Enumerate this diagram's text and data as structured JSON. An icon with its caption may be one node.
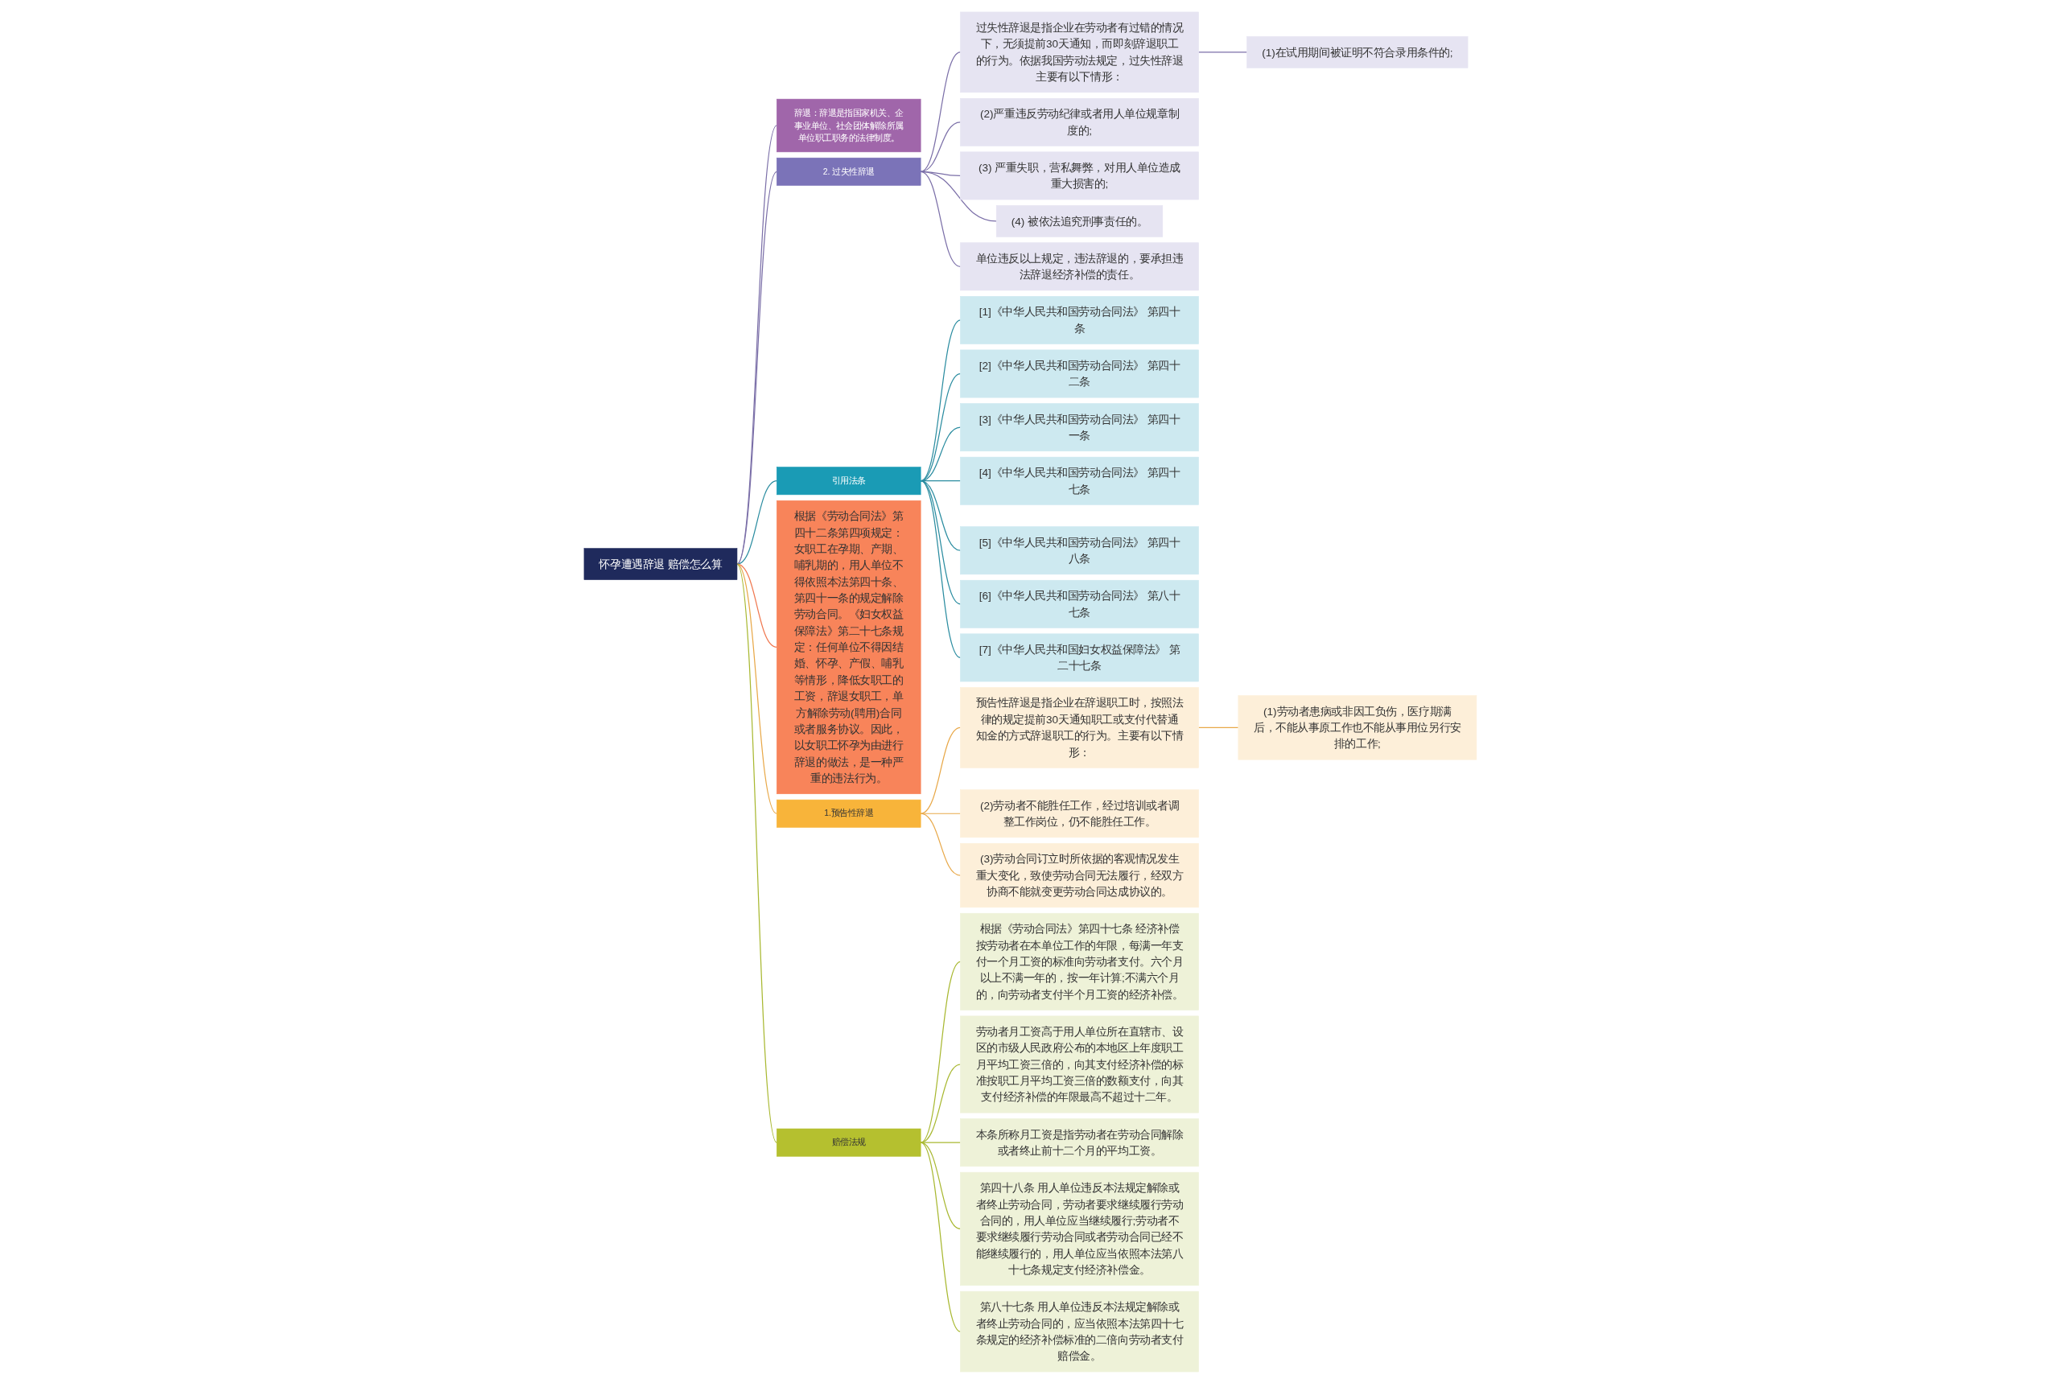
{
  "diagram": {
    "nodes": [
      {
        "text": [
          "怀孕遭遇辞退 赔偿怎么算"
        ]
      },
      {
        "text": [
          "辞退：辞退是指国家机关、企事业单位、社会团体解除所属单位职工职务的法律制度。"
        ]
      },
      {
        "text": [
          "2. 过失性辞退"
        ]
      },
      {
        "text": [
          "过失性辞退是指企业在劳动者有过错的情况下，无须提前30天通知，而即刻辞退职工的行为。依据我国劳动法规定，过失性辞退主要有以下情形："
        ]
      },
      {
        "text": [
          "(1)在试用期间被证明不符合录用条件的;"
        ]
      },
      {
        "text": [
          "(2)严重违反劳动纪律或者用人单位规章制度的;"
        ]
      },
      {
        "text": [
          "(3) 严重失职，营私舞弊，对用人单位造成重大损害的;"
        ]
      },
      {
        "text": [
          "(4) 被依法追究刑事责任的。"
        ]
      },
      {
        "text": [
          "单位违反以上规定，违法辞退的，要承担违法辞退经济补偿的责任。"
        ]
      },
      {
        "text": [
          "引用法条"
        ]
      },
      {
        "text": [
          "[1]《中华人民共和国劳动合同法》 第四十条"
        ]
      },
      {
        "text": [
          "[2]《中华人民共和国劳动合同法》 第四十二条"
        ]
      },
      {
        "text": [
          "[3]《中华人民共和国劳动合同法》 第四十一条"
        ]
      },
      {
        "text": [
          "[4]《中华人民共和国劳动合同法》 第四十七条"
        ]
      },
      {
        "text": [
          "[5]《中华人民共和国劳动合同法》 第四十八条"
        ]
      },
      {
        "text": [
          "[6]《中华人民共和国劳动合同法》 第八十七条"
        ]
      },
      {
        "text": [
          "[7]《中华人民共和国妇女权益保障法》 第二十七条"
        ]
      },
      {
        "text": [
          "根据《劳动合同法》第四十二条第四项规定：女职工在孕期、产期、哺乳期的，用人单位不得依照本法第四十条、第四十一条的规定解除劳动合同。《妇女权益保障法》第二十七条规定：任何单位不得因结婚、怀孕、产假、哺乳等情形，降低女职工的工资，辞退女职工，单方解除劳动(聘用)合同或者服务协议。因此，以女职工怀孕为由进行辞退的做法，是一种严重的违法行为。"
        ]
      },
      {
        "text": [
          "1.预告性辞退"
        ]
      },
      {
        "text": [
          "预告性辞退是指企业在辞退职工时，按照法律的规定提前30天通知职工或支付代替通知金的方式辞退职工的行为。主要有以下情形："
        ]
      },
      {
        "text": [
          "(1)劳动者患病或非因工负伤，医疗期满后，不能从事原工作也不能从事用位另行安排的工作;"
        ]
      },
      {
        "text": [
          "(2)劳动者不能胜任工作，经过培训或者调整工作岗位，仍不能胜任工作。"
        ]
      },
      {
        "text": [
          "(3)劳动合同订立时所依据的客观情况发生重大变化，致使劳动合同无法履行，经双方协商不能就变更劳动合同达成协议的。"
        ]
      },
      {
        "text": [
          "赔偿法规"
        ]
      },
      {
        "text": [
          "根据《劳动合同法》第四十七条 经济补偿按劳动者在本单位工作的年限，每满一年支付一个月工资的标准向劳动者支付。六个月以上不满一年的，按一年计算;不满六个月的，向劳动者支付半个月工资的经济补偿。"
        ]
      },
      {
        "text": [
          "劳动者月工资高于用人单位所在直辖市、设区的市级人民政府公布的本地区上年度职工月平均工资三倍的，向其支付经济补偿的标准按职工月平均工资三倍的数额支付，向其支付经济补偿的年限最高不超过十二年。"
        ]
      },
      {
        "text": [
          "本条所称月工资是指劳动者在劳动合同解除或者终止前十二个月的平均工资。"
        ]
      },
      {
        "text": [
          "第四十八条 用人单位违反本法规定解除或者终止劳动合同，劳动者要求继续履行劳动合同的，用人单位应当继续履行;劳动者不要求继续履行劳动合同或者劳动合同已经不能继续履行的，用人单位应当依照本法第八十七条规定支付经济补偿金。"
        ]
      },
      {
        "text": [
          "第八十七条 用人单位违反本法规定解除或者终止劳动合同的，应当依照本法第四十七条规定的经济补偿标准的二倍向劳动者支付赔偿金。"
        ]
      }
    ],
    "edges": [
      {
        "from": 0,
        "to": 1,
        "arrow": "none",
        "color": "#7b6fa8"
      },
      {
        "from": 0,
        "to": 2,
        "arrow": "none",
        "color": "#7b6fa8"
      },
      {
        "from": 2,
        "to": 3,
        "arrow": "none",
        "color": "#7b6fa8"
      },
      {
        "from": 3,
        "to": 4,
        "arrow": "none",
        "color": "#7b6fa8"
      },
      {
        "from": 2,
        "to": 5,
        "arrow": "none",
        "color": "#7b6fa8"
      },
      {
        "from": 2,
        "to": 6,
        "arrow": "none",
        "color": "#7b6fa8"
      },
      {
        "from": 2,
        "to": 7,
        "arrow": "none",
        "color": "#7b6fa8"
      },
      {
        "from": 2,
        "to": 8,
        "arrow": "none",
        "color": "#7b6fa8"
      },
      {
        "from": 0,
        "to": 9,
        "arrow": "none",
        "color": "#2a8ca0"
      },
      {
        "from": 9,
        "to": 10,
        "arrow": "none",
        "color": "#2a8ca0"
      },
      {
        "from": 9,
        "to": 11,
        "arrow": "none",
        "color": "#2a8ca0"
      },
      {
        "from": 9,
        "to": 12,
        "arrow": "none",
        "color": "#2a8ca0"
      },
      {
        "from": 9,
        "to": 13,
        "arrow": "none",
        "color": "#2a8ca0"
      },
      {
        "from": 9,
        "to": 14,
        "arrow": "none",
        "color": "#2a8ca0"
      },
      {
        "from": 9,
        "to": 15,
        "arrow": "none",
        "color": "#2a8ca0"
      },
      {
        "from": 9,
        "to": 16,
        "arrow": "none",
        "color": "#2a8ca0"
      },
      {
        "from": 0,
        "to": 17,
        "arrow": "none",
        "color": "#f07850"
      },
      {
        "from": 0,
        "to": 18,
        "arrow": "none",
        "color": "#e8a848"
      },
      {
        "from": 18,
        "to": 19,
        "arrow": "none",
        "color": "#e8a848"
      },
      {
        "from": 19,
        "to": 20,
        "arrow": "none",
        "color": "#e8a848"
      },
      {
        "from": 18,
        "to": 21,
        "arrow": "none",
        "color": "#e8a848"
      },
      {
        "from": 18,
        "to": 22,
        "arrow": "none",
        "color": "#e8a848"
      },
      {
        "from": 0,
        "to": 23,
        "arrow": "none",
        "color": "#a8b830"
      },
      {
        "from": 23,
        "to": 24,
        "arrow": "none",
        "color": "#a8b830"
      },
      {
        "from": 23,
        "to": 25,
        "arrow": "none",
        "color": "#a8b830"
      },
      {
        "from": 23,
        "to": 26,
        "arrow": "none",
        "color": "#a8b830"
      },
      {
        "from": 23,
        "to": 27,
        "arrow": "none",
        "color": "#a8b830"
      },
      {
        "from": 23,
        "to": 28,
        "arrow": "none",
        "color": "#a8b830"
      }
    ]
  }
}
